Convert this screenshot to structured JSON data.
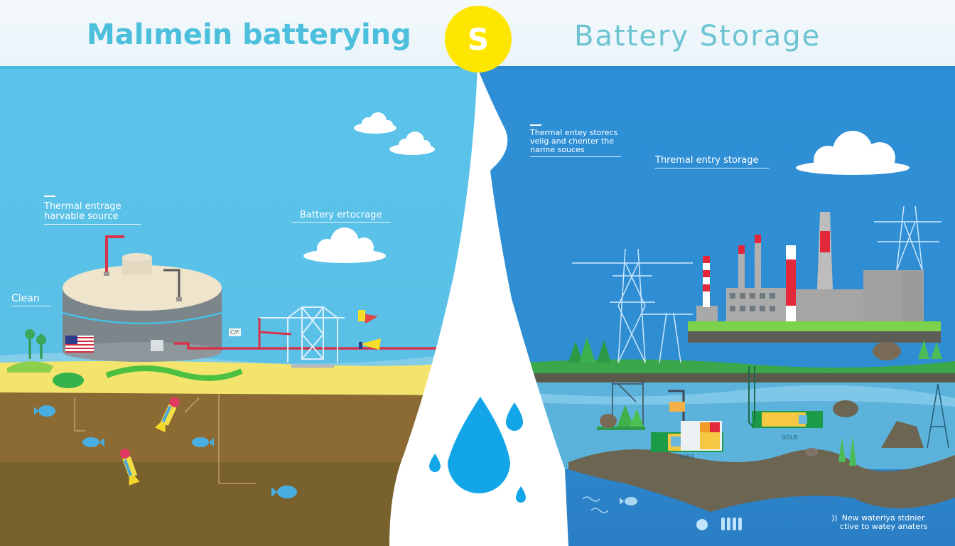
{
  "header": {
    "title_left": "Malımein batterying",
    "title_right": "Battery Storage",
    "sun_badge": "S"
  },
  "left_panel": {
    "labels": {
      "thermal_source_line1": "Thermal entrage",
      "thermal_source_line2": "harvable source",
      "battery_storage": "Battery ertocrage",
      "clean": "Clean"
    },
    "tank_small_label": "C/F",
    "colors": {
      "sky": "#5ac0e6",
      "sand": "#f0e06a",
      "soil": "#8a6a32",
      "tank_top": "#efe4cc",
      "tank_body": "#7a8488",
      "pipe": "#d8334a"
    }
  },
  "right_panel": {
    "labels": {
      "note_line1": "Thermal entey storecs",
      "note_line2": "velig and chenter the",
      "note_line3": "narine souces",
      "thermal_storage": "Thremal entry storage",
      "bottom_note_line1": "New waterlya stdnier",
      "bottom_note_line2": "ctive to watey anaters",
      "bottom_note_marker": "))"
    },
    "module_labels": [
      "0003",
      "GOLB"
    ],
    "colors": {
      "sky": "#2f8ed2",
      "water": "#5bb3dc",
      "grass": "#6bd14a",
      "rock": "#7a6a55",
      "stack_red": "#e2283a"
    }
  },
  "center": {
    "drop_icon": "water-drop-icon",
    "drop_color": "#12a6e8"
  }
}
